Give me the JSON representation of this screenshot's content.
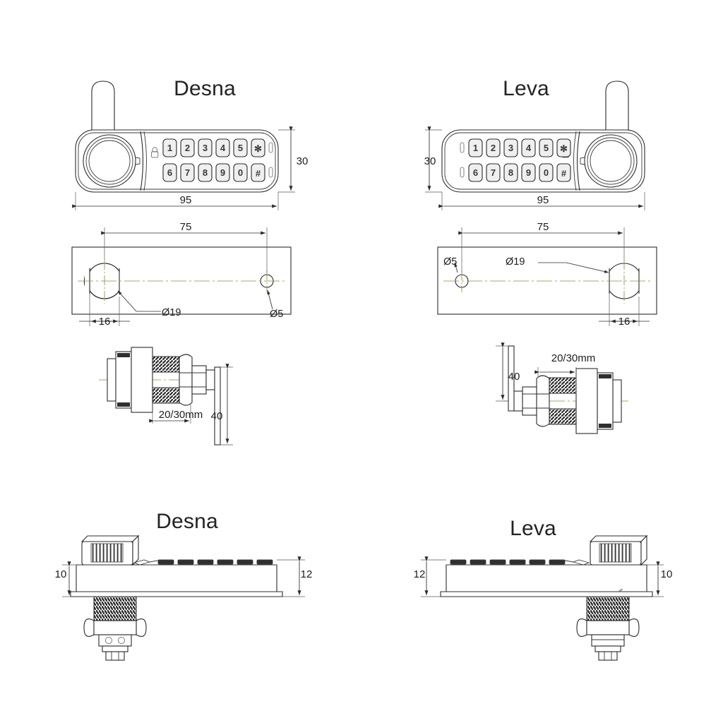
{
  "document": {
    "kind": "technical-drawing",
    "subject": "electronic keypad cam lock dimensional drawing",
    "units": "mm"
  },
  "titles": {
    "top_left": "Desna",
    "top_right": "Leva",
    "bottom_left": "Desna",
    "bottom_right": "Leva"
  },
  "keypad": {
    "row1": [
      "1",
      "2",
      "3",
      "4",
      "5",
      "✻"
    ],
    "row2": [
      "6",
      "7",
      "8",
      "9",
      "0",
      "#"
    ],
    "lock_icon": "padlock-icon",
    "led_icon": "led-indicator"
  },
  "front_view": {
    "width_label": "95",
    "height_label": "30"
  },
  "panel_view": {
    "span_label": "75",
    "edge_label": "16",
    "big_hole_label": "Ø19",
    "small_hole_label": "Ø5"
  },
  "cylinder_view": {
    "length_label": "20/30mm",
    "cam_label": "40"
  },
  "profile_view": {
    "knob_height_label": "10",
    "body_height_label": "12"
  },
  "colors": {
    "line": "#2b2b2b",
    "centerline": "#8d8f40",
    "hatch": "#2f2f2f",
    "text": "#1e1e1e",
    "background": "#ffffff"
  }
}
